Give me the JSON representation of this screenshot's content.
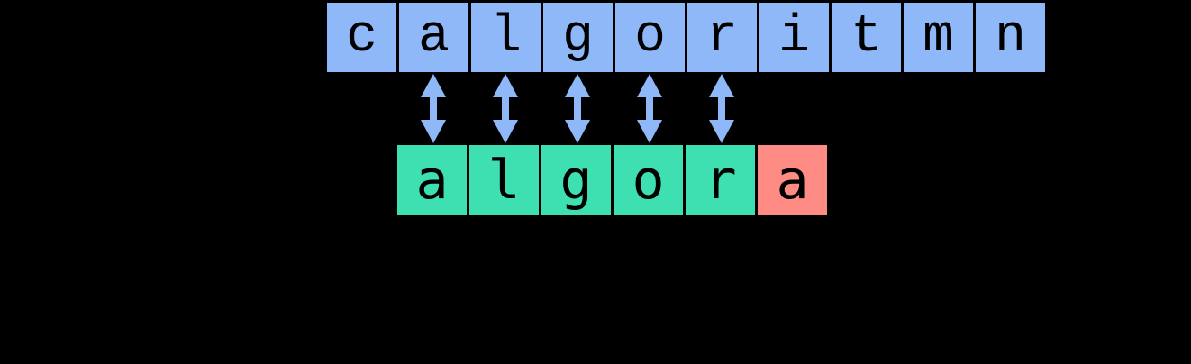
{
  "diagram": {
    "top_word": "calgoritmn",
    "bottom_word": "algora"
  },
  "top_row": {
    "letters": [
      "c",
      "a",
      "l",
      "g",
      "o",
      "r",
      "i",
      "t",
      "m",
      "n"
    ]
  },
  "bottom_row": {
    "letters": [
      "a",
      "l",
      "g",
      "o",
      "r",
      "a"
    ],
    "states": [
      "match",
      "match",
      "match",
      "match",
      "match",
      "mismatch"
    ]
  },
  "arrows": {
    "count": 5,
    "type": "double-headed-vertical",
    "aligned_letters": [
      "a",
      "l",
      "g",
      "o",
      "r"
    ]
  },
  "colors": {
    "background": "#000000",
    "top_cell": "#8fb8f8",
    "match_cell": "#3ee0b1",
    "mismatch_cell": "#ff8b85",
    "arrow": "#8fb8f8",
    "letter": "#000000"
  }
}
